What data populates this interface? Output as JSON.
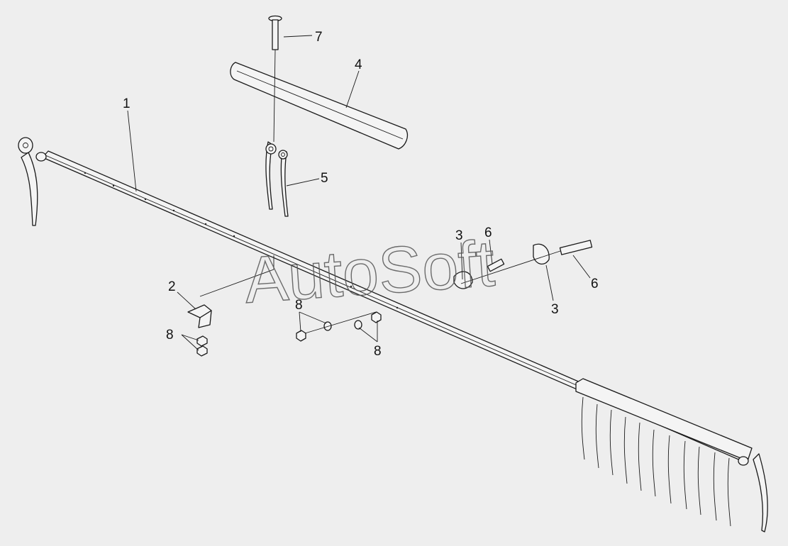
{
  "callouts": {
    "c1": "1",
    "c2": "2",
    "c3a": "3",
    "c3b": "3",
    "c4": "4",
    "c5": "5",
    "c6a": "6",
    "c6b": "6",
    "c7": "7",
    "c8a": "8",
    "c8b": "8",
    "c8c": "8"
  },
  "watermark": "AutoSoft"
}
